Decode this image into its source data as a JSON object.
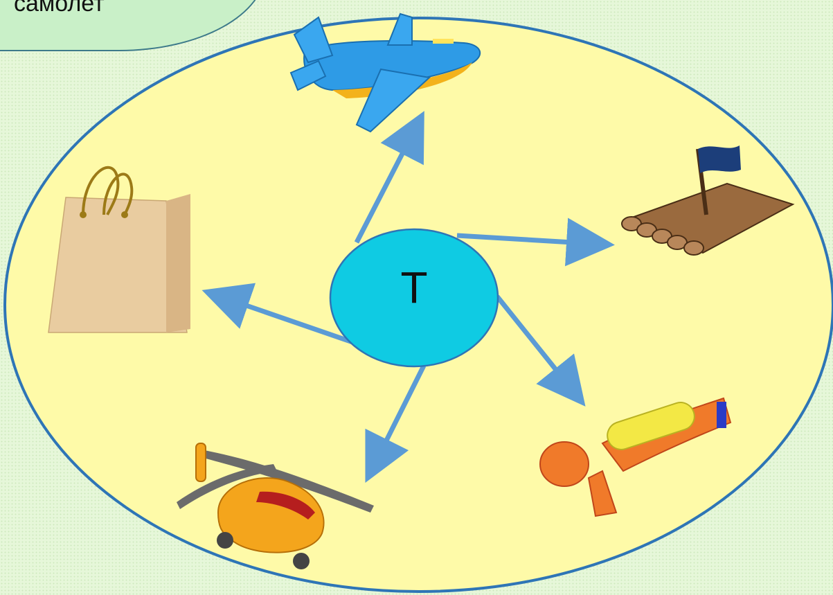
{
  "callout": {
    "text": "самолет"
  },
  "center": {
    "letter": "Т"
  },
  "items": [
    {
      "name": "airplane",
      "icon": "airplane-icon"
    },
    {
      "name": "raft",
      "icon": "raft-icon"
    },
    {
      "name": "water-gun",
      "icon": "water-gun-icon"
    },
    {
      "name": "helicopter",
      "icon": "helicopter-icon"
    },
    {
      "name": "shopping-bag",
      "icon": "shopping-bag-icon"
    }
  ],
  "colors": {
    "background": "#e6f7d9",
    "big_oval_fill": "#fefaa8",
    "big_oval_stroke": "#2e75b6",
    "center_fill": "#0fcbe3",
    "arrow": "#5b9bd5"
  }
}
